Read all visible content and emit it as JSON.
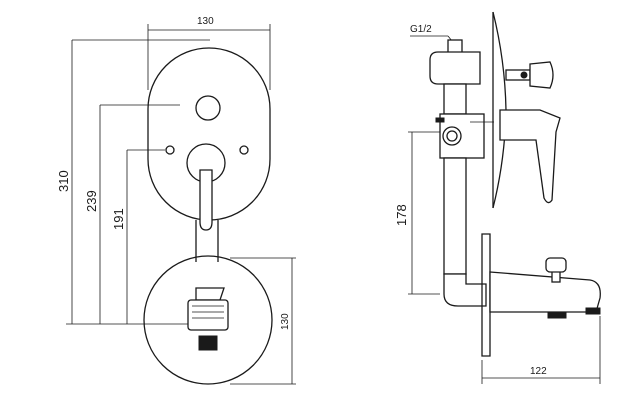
{
  "front_view": {
    "width_top": "130",
    "height_total": "310",
    "height_239": "239",
    "height_191": "191",
    "height_lower": "130"
  },
  "side_view": {
    "thread_label": "G1/2",
    "height_178": "178",
    "spout_projection": "122"
  }
}
